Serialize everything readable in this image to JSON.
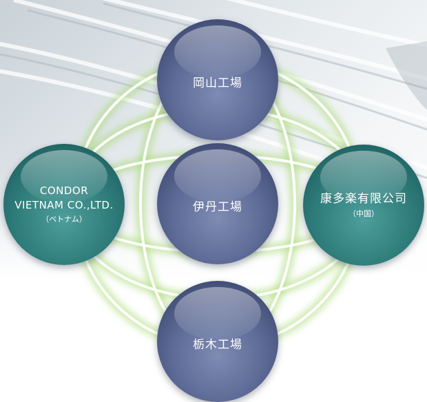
{
  "nodes": {
    "okayama": {
      "label": "岡山工場"
    },
    "itami": {
      "label": "伊丹工場"
    },
    "tochigi": {
      "label": "栃木工場"
    },
    "vietnam": {
      "line1": "CONDOR",
      "line2": "VIETNAM CO.,LTD.",
      "sub": "（ベトナム）"
    },
    "china": {
      "label": "康多楽有限公司",
      "sub": "（中国）"
    }
  },
  "colors": {
    "domestic_node": "#5d6a95",
    "overseas_node": "#307e7c",
    "ring_glow": "#a6d86e",
    "ring_line": "#ffffff"
  }
}
